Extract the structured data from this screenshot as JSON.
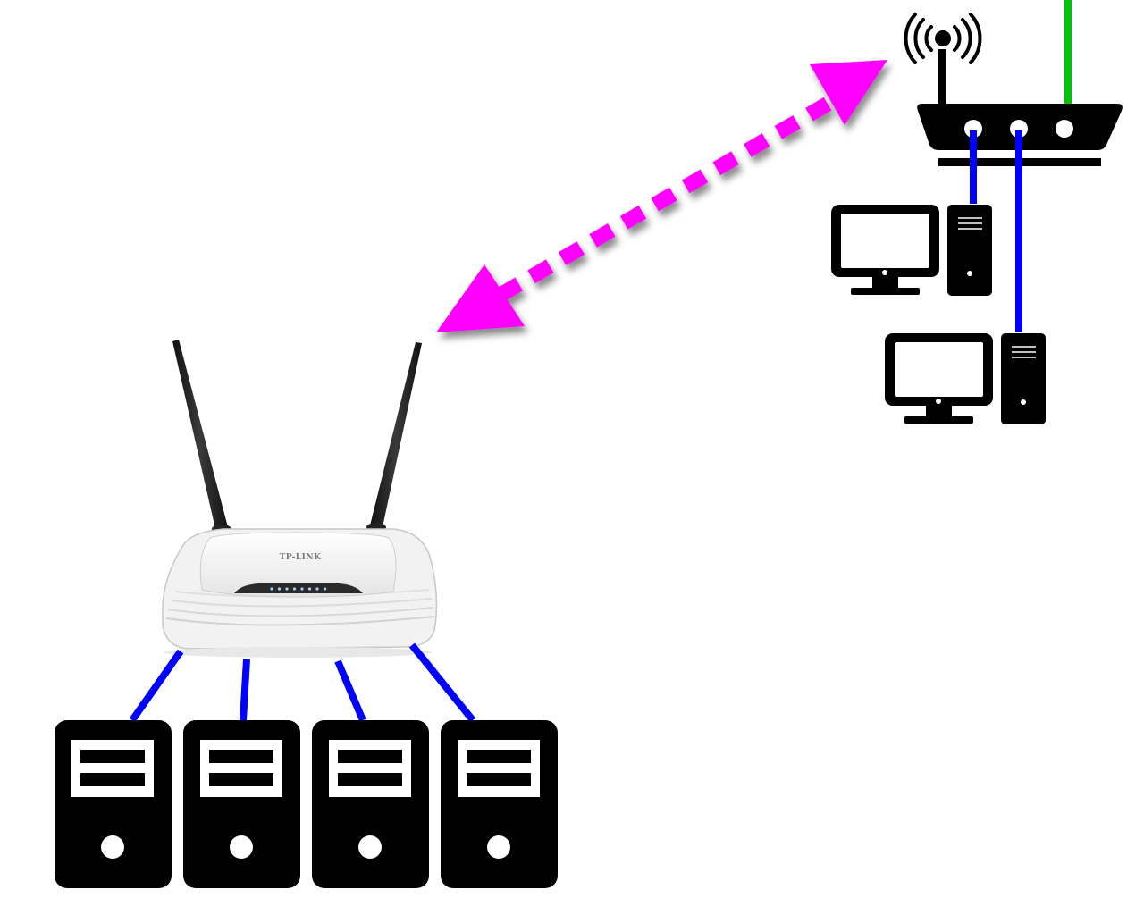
{
  "diagram": {
    "tp_link_router": {
      "brand_label": "TP-LINK",
      "led_count": 8
    },
    "isp_router": {
      "port_count": 3
    },
    "link_counts": {
      "servers": 4,
      "workstations": 2
    },
    "colors": {
      "wireless_link": "#ff00ff",
      "ethernet_cable": "#0000ff",
      "uplink_cable": "#00c800",
      "device_fill": "#000000",
      "router_body": "#f4f4f4"
    },
    "icons": {
      "wireless_link": "double-arrow-dotted-icon",
      "main_router": "wifi-router-photo-icon",
      "remote_router": "wifi-router-icon",
      "server": "server-tower-icon",
      "workstation": "desktop-computer-icon"
    }
  }
}
